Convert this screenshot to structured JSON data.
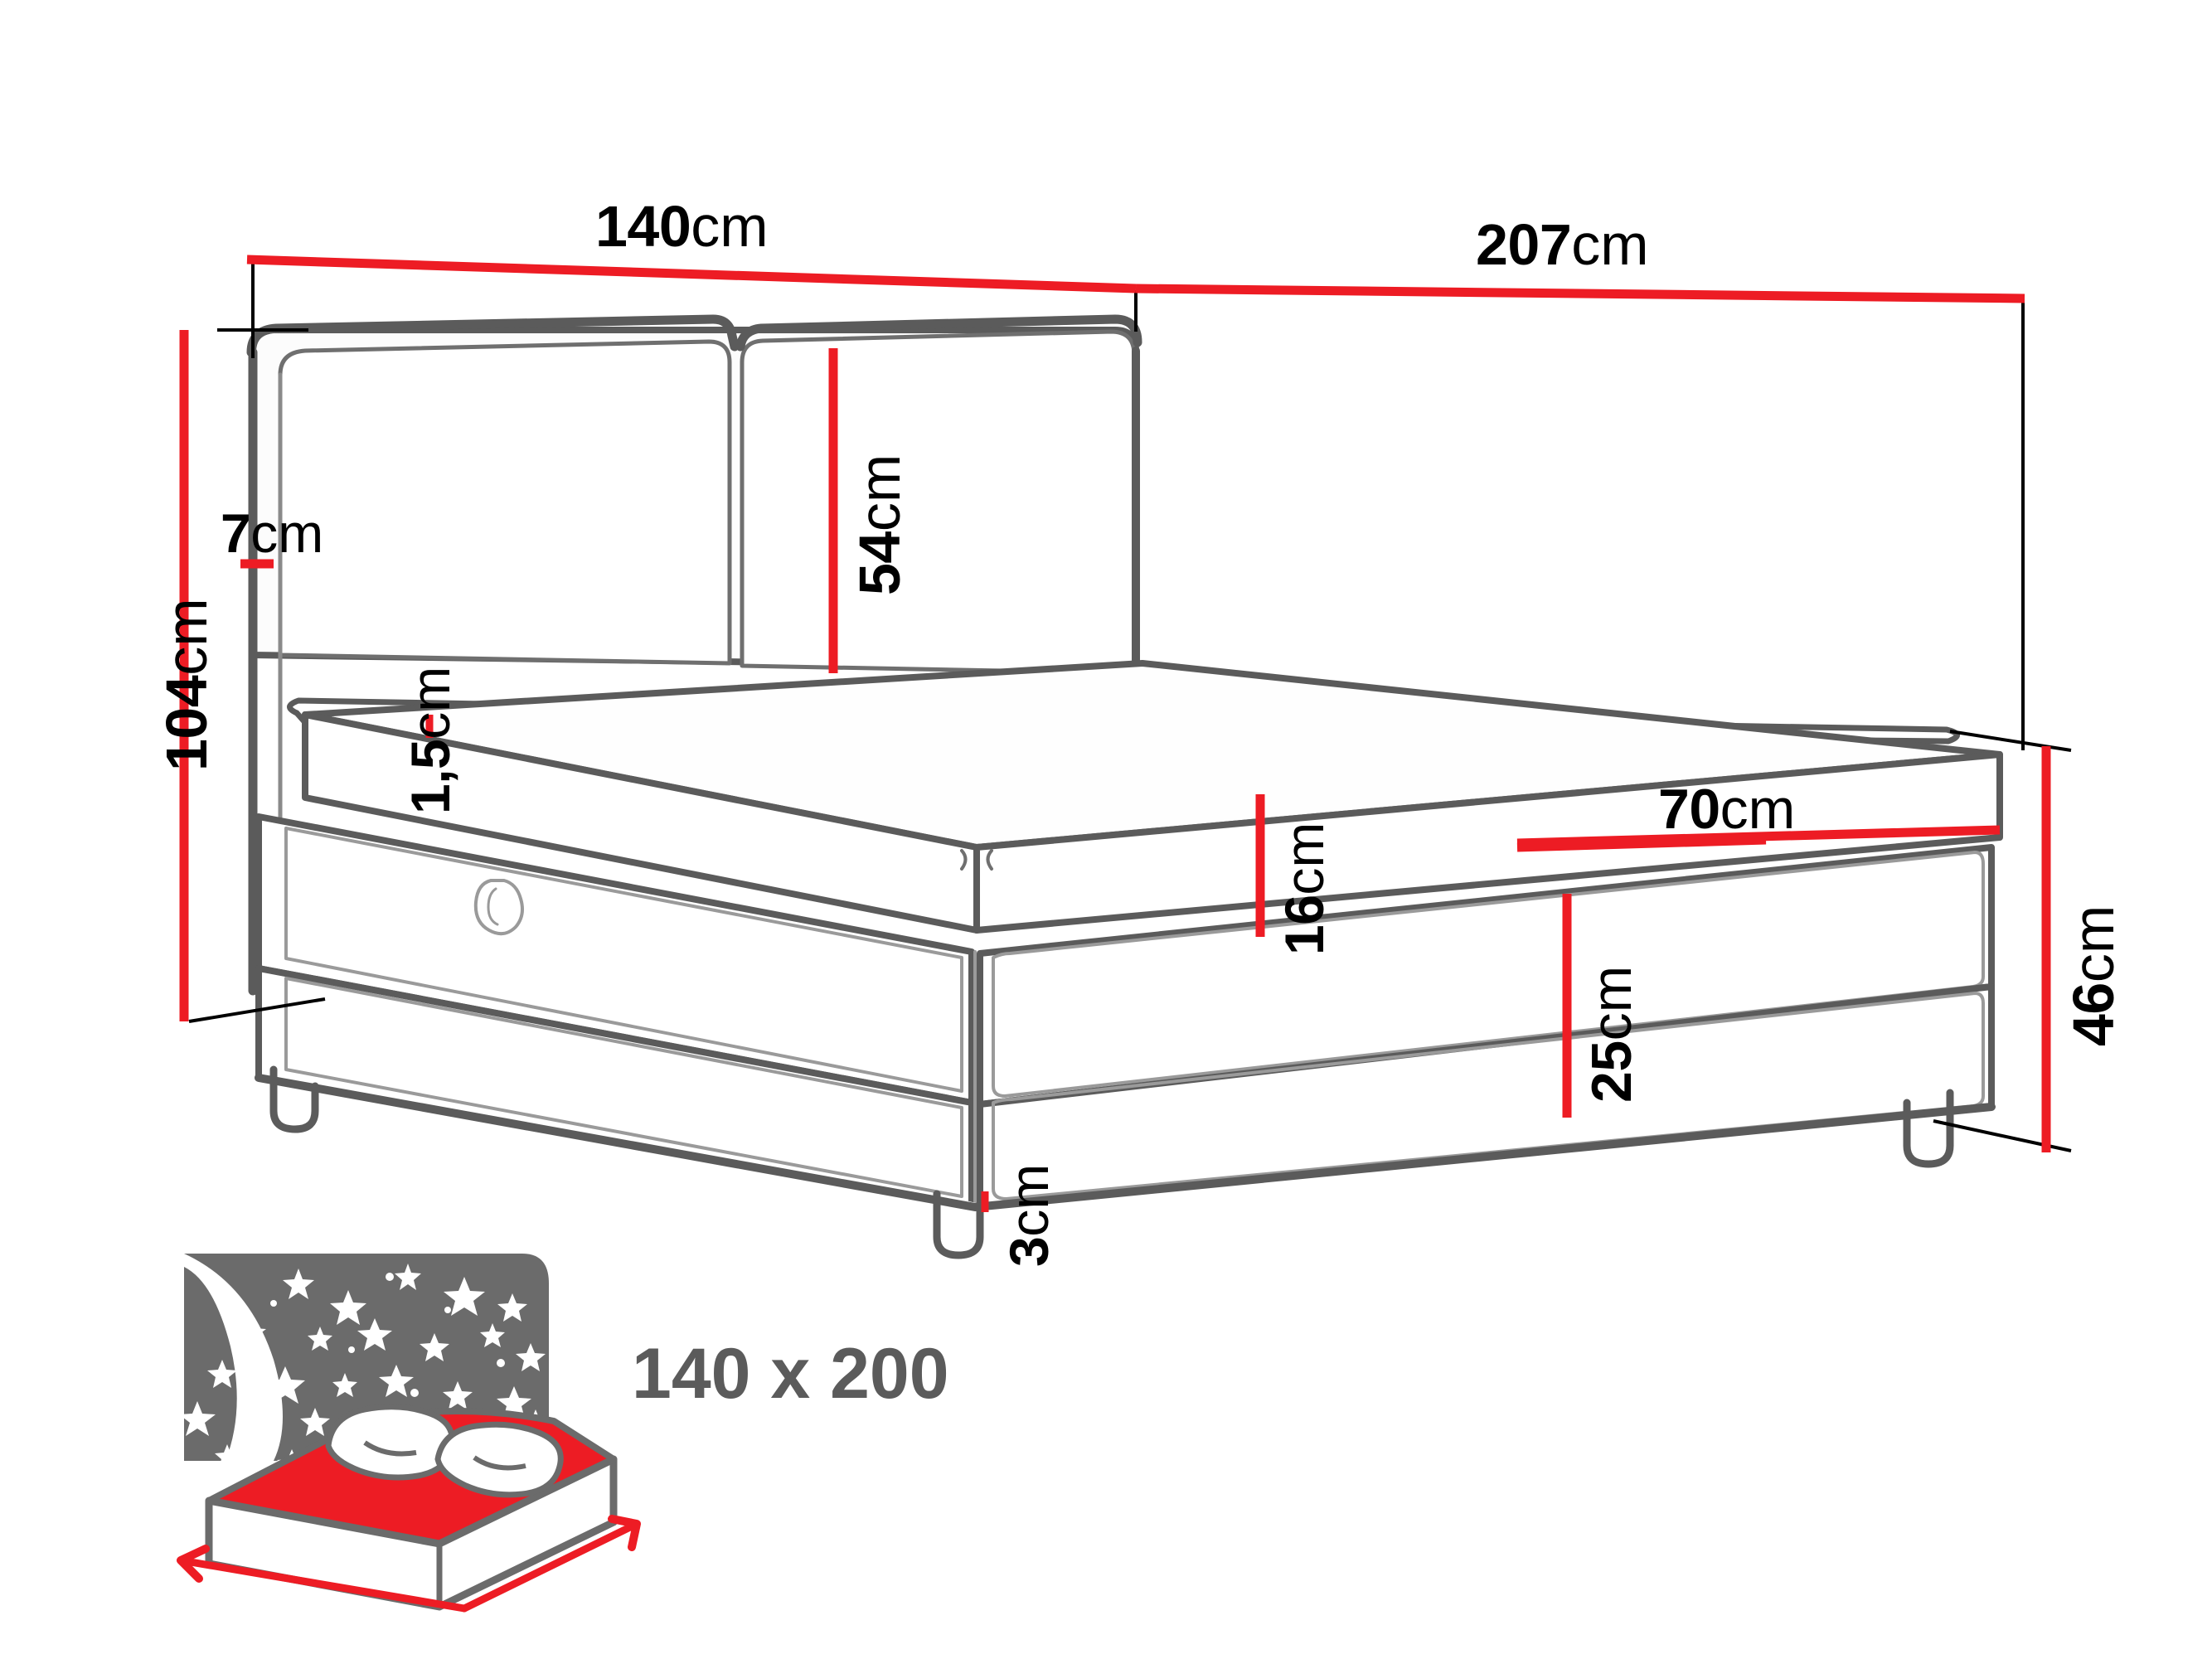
{
  "drawing": {
    "title": "Boxspringbett technische Zeichnung",
    "product_type": "boxspring-bed-dimension-diagram",
    "colors": {
      "dimension_red": "#ED1C24",
      "outline_gray": "#5B5B5B",
      "outline_light": "#8A8A8A",
      "extension_black": "#000000",
      "text_black": "#000000",
      "mattress_icon_gray": "#6B6B6B",
      "mattress_icon_red": "#ED1C24",
      "background": "#FFFFFF"
    },
    "unit": "cm"
  },
  "dimensions": {
    "width_headboard": {
      "value": "140",
      "unit": "cm",
      "orientation": "horizontal",
      "name": "bed-width"
    },
    "length_total": {
      "value": "207",
      "unit": "cm",
      "orientation": "horizontal",
      "name": "bed-length"
    },
    "height_total": {
      "value": "104",
      "unit": "cm",
      "orientation": "vertical",
      "name": "total-height"
    },
    "headboard_thickness": {
      "value": "7",
      "unit": "cm",
      "orientation": "horizontal",
      "name": "headboard-thickness"
    },
    "headboard_panel_height": {
      "value": "54",
      "unit": "cm",
      "orientation": "vertical",
      "name": "headboard-panel-height"
    },
    "topper_thickness": {
      "value": "1,5",
      "unit": "cm",
      "orientation": "vertical",
      "name": "topper-thickness"
    },
    "mattress_thickness": {
      "value": "16",
      "unit": "cm",
      "orientation": "vertical",
      "name": "mattress-thickness"
    },
    "base_width": {
      "value": "70",
      "unit": "cm",
      "orientation": "horizontal",
      "name": "base-module-width"
    },
    "base_height": {
      "value": "25",
      "unit": "cm",
      "orientation": "vertical",
      "name": "base-box-height"
    },
    "leg_height": {
      "value": "3",
      "unit": "cm",
      "orientation": "vertical",
      "name": "leg-height"
    },
    "seat_height": {
      "value": "46",
      "unit": "cm",
      "orientation": "vertical",
      "name": "seat-height"
    }
  },
  "mattress_badge": {
    "size_text": "140 x 200",
    "icon_name": "mattress-night-sky-icon",
    "description_parts": [
      "night-sky-stars",
      "two-pillows",
      "red-mattress-top",
      "white-mattress-body",
      "red-dimension-arrows"
    ]
  }
}
